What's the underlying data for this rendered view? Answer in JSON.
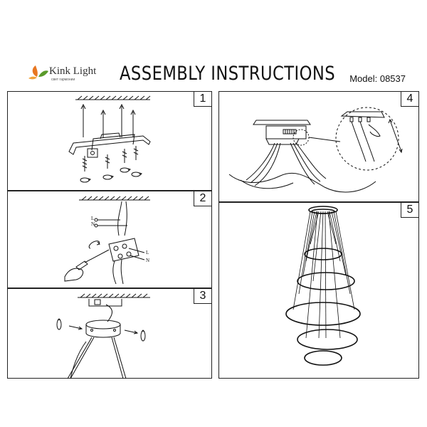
{
  "header": {
    "brand": "Kink Light",
    "tagline": "свет гармонии",
    "title": "ASSEMBLY INSTRUCTIONS",
    "model": "Model: 08537"
  },
  "steps": [
    {
      "number": "1"
    },
    {
      "number": "2",
      "wire_labels": [
        "L",
        "N",
        "L",
        "N"
      ]
    },
    {
      "number": "3"
    },
    {
      "number": "4"
    },
    {
      "number": "5"
    }
  ],
  "colors": {
    "line": "#111111",
    "leaf_orange": "#e87722",
    "leaf_green": "#5a9a2a"
  }
}
